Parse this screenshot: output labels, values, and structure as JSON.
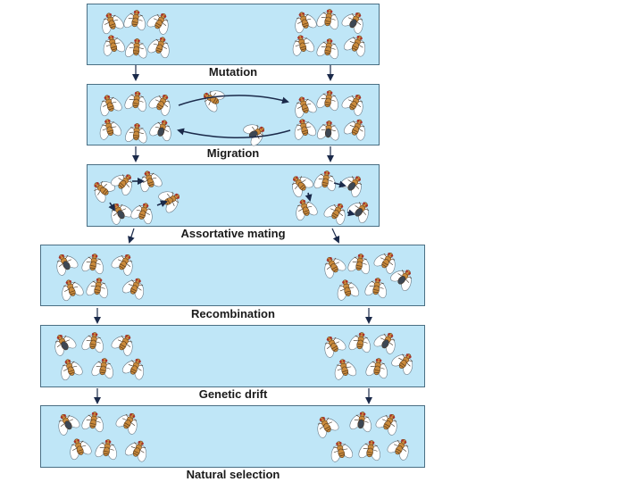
{
  "labels": {
    "mutation": "Mutation",
    "migration": "Migration",
    "assortative_mating": "Assortative mating",
    "recombination": "Recombination",
    "genetic_drift": "Genetic drift",
    "natural_selection": "Natural selection"
  },
  "colors": {
    "panel": "#bfe6f7",
    "border": "#4a6f84",
    "fly_body": "#c98a3c",
    "fly_body_dark": "#3d4753",
    "fly_eye": "#a8302a",
    "wing": "#ffffff",
    "arrow": "#1b2a4a"
  },
  "icons": {
    "fly": "fruit-fly-icon",
    "arrow": "down-arrow-icon"
  }
}
